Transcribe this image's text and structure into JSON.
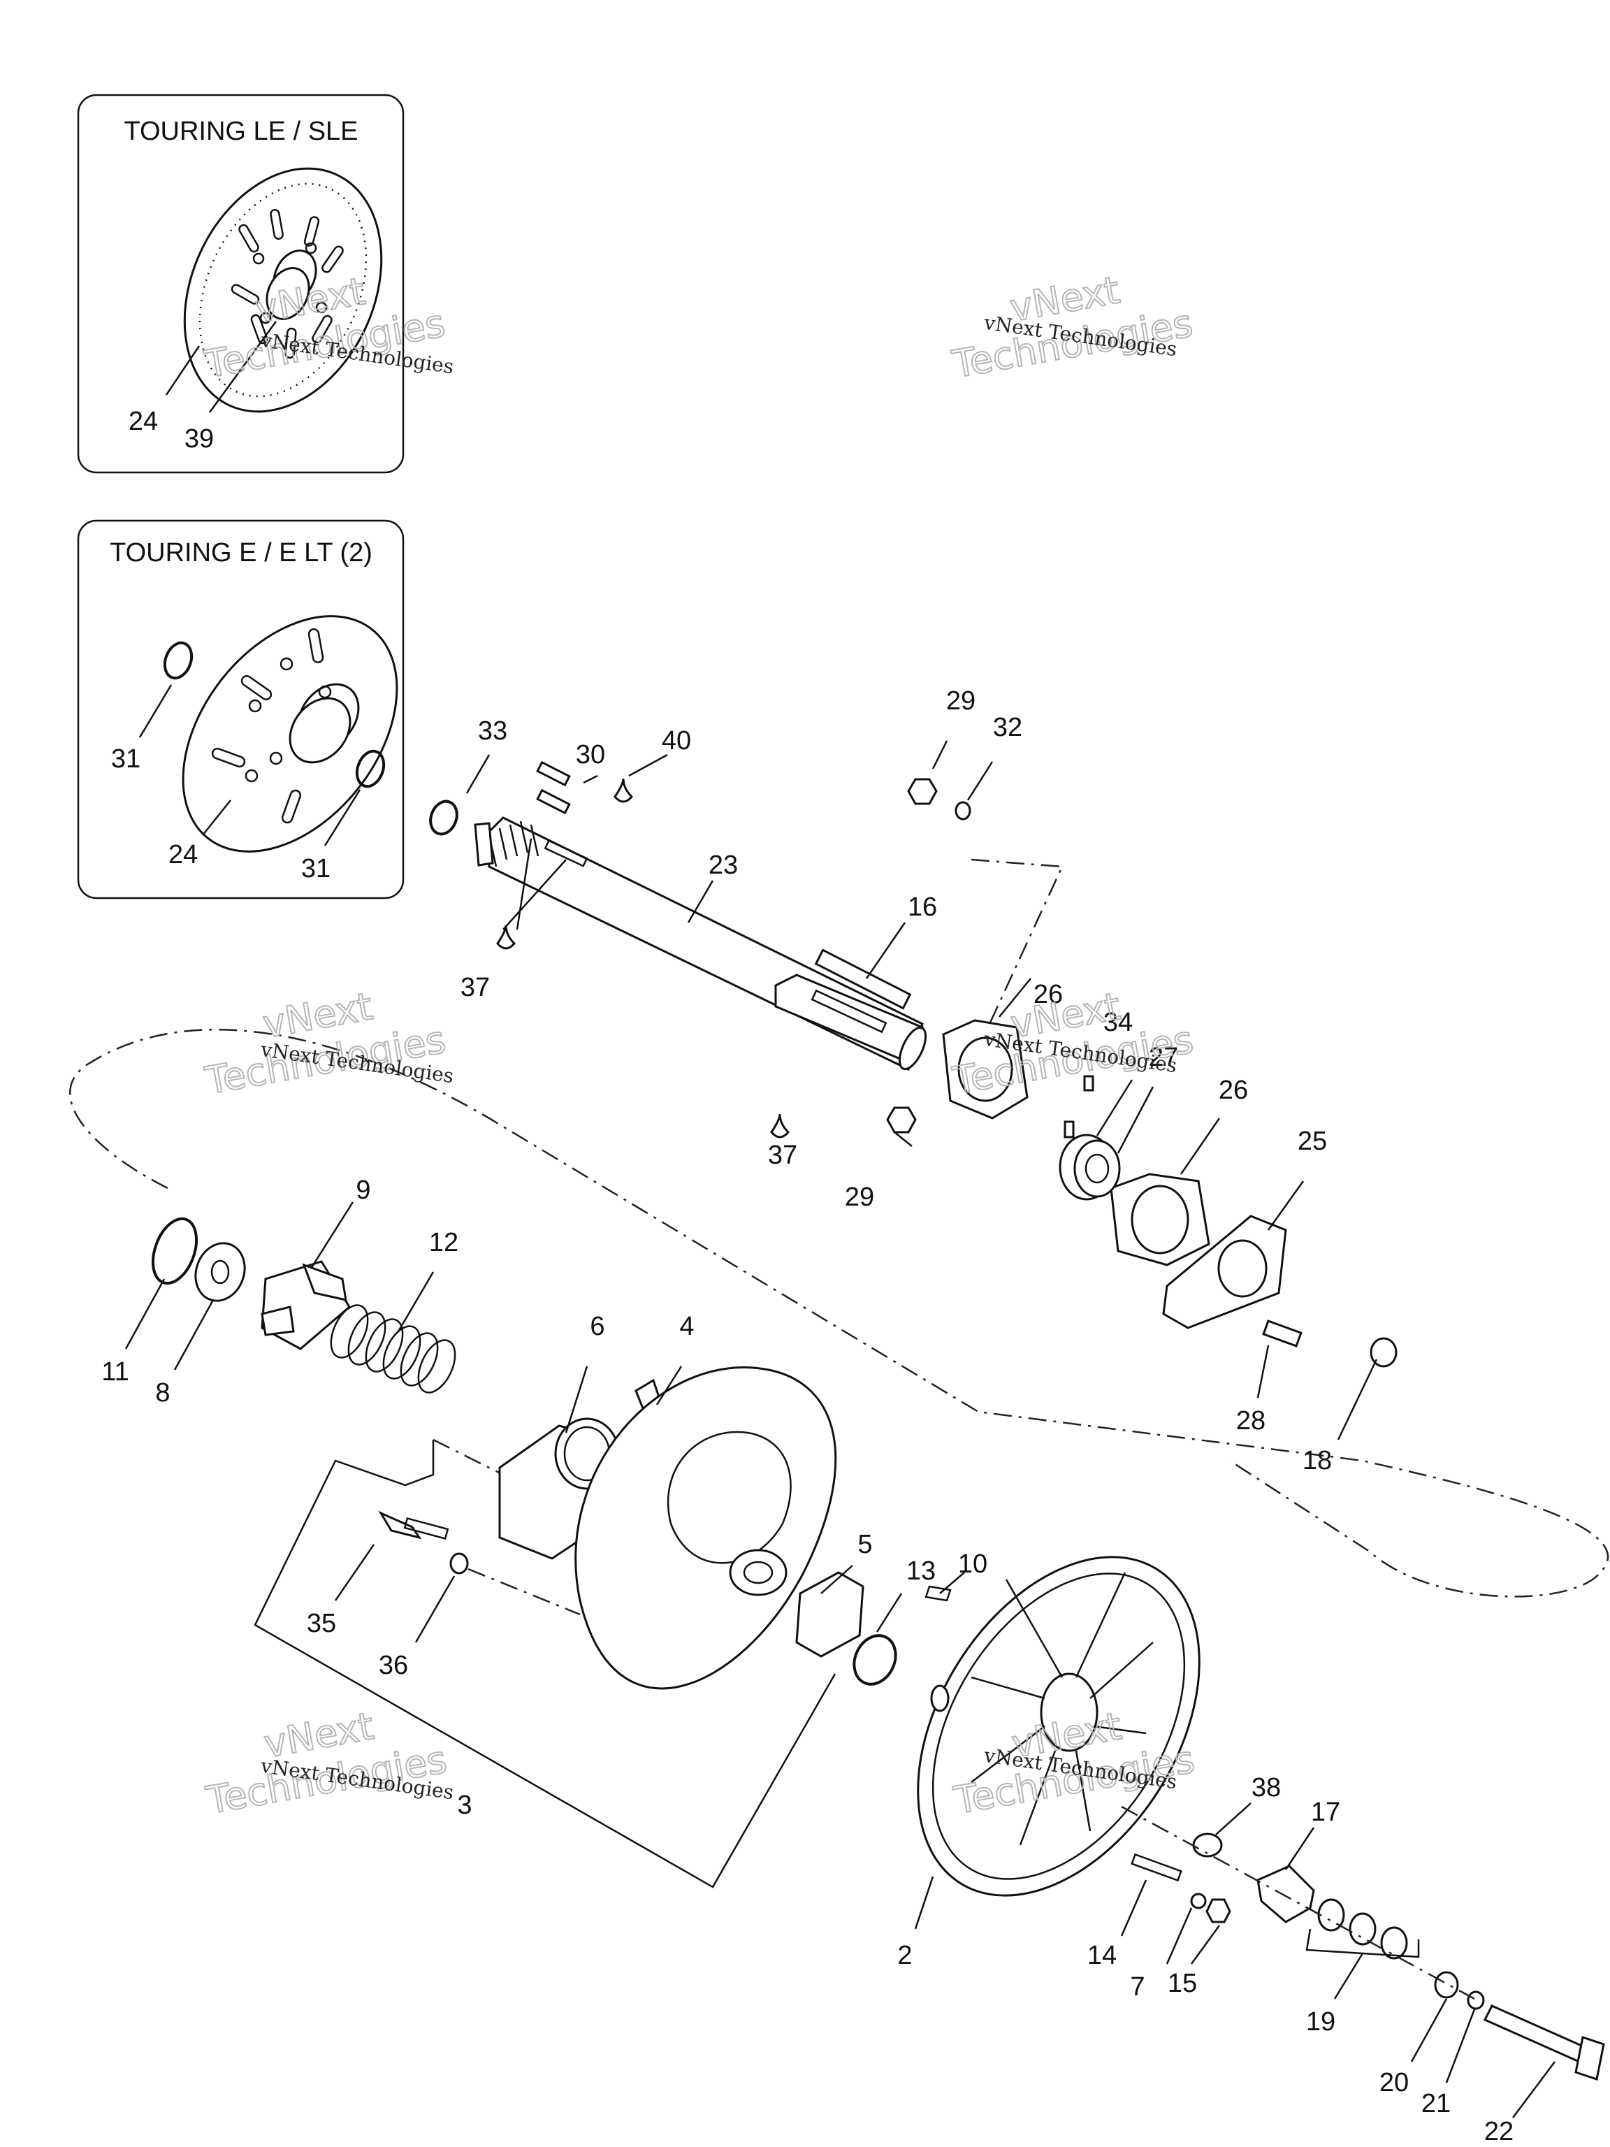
{
  "insets": [
    {
      "title": "TOURING LE / SLE"
    },
    {
      "title": "TOURING E / E LT (2)"
    }
  ],
  "callouts": {
    "c24a": "24",
    "c39": "39",
    "c31a": "31",
    "c24b": "24",
    "c31b": "31",
    "c33": "33",
    "c30": "30",
    "c40": "40",
    "c23": "23",
    "c37a": "37",
    "c16": "16",
    "c37b": "37",
    "c29a": "29",
    "c32": "32",
    "c29b": "29",
    "c26a": "26",
    "c34": "34",
    "c27": "27",
    "c26b": "26",
    "c25": "25",
    "c28": "28",
    "c18": "18",
    "c9": "9",
    "c12": "12",
    "c11": "11",
    "c8": "8",
    "c6": "6",
    "c4": "4",
    "c35": "35",
    "c36": "36",
    "c3": "3",
    "c5": "5",
    "c13": "13",
    "c10": "10",
    "c2": "2",
    "c38": "38",
    "c17": "17",
    "c14": "14",
    "c7": "7",
    "c15": "15",
    "c19": "19",
    "c20": "20",
    "c21": "21",
    "c22": "22"
  },
  "watermarks": [
    {
      "line1": "vNext",
      "line2": "Technologies",
      "small": "vNext Technologies"
    },
    {
      "line1": "vNext",
      "line2": "Technologies",
      "small": "vNext Technologies"
    },
    {
      "line1": "vNext",
      "line2": "Technologies",
      "small": "vNext Technologies"
    },
    {
      "line1": "vNext",
      "line2": "Technologies",
      "small": "vNext Technologies"
    },
    {
      "line1": "vNext",
      "line2": "Technologies",
      "small": "vNext Technologies"
    },
    {
      "line1": "vNext",
      "line2": "Technologies",
      "small": "vNext Technologies"
    }
  ]
}
